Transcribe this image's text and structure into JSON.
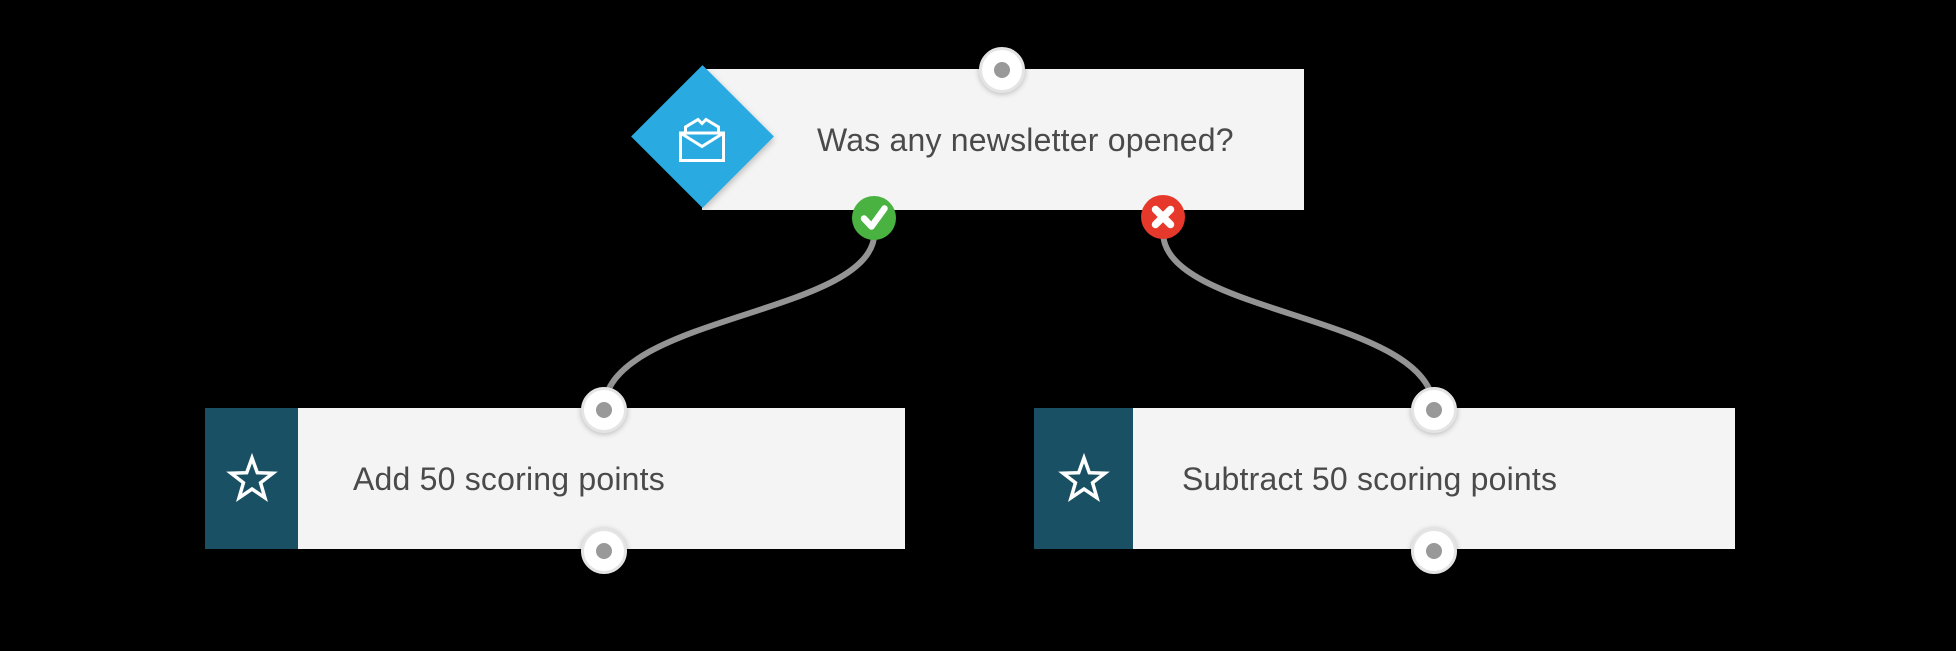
{
  "background": "#000000",
  "text_color": "#4a4a4a",
  "nodes": {
    "question": {
      "label": "Was any newsletter opened?",
      "icon": "envelope-open-icon",
      "icon_bg": "#29abe2",
      "card_bg": "#f4f4f4"
    },
    "add_points": {
      "label": "Add 50 scoring points",
      "icon": "star-icon",
      "icon_bg": "#1a5064",
      "card_bg": "#f4f4f4"
    },
    "subtract_points": {
      "label": "Subtract 50 scoring points",
      "icon": "star-icon",
      "icon_bg": "#1a5064",
      "card_bg": "#f4f4f4"
    }
  },
  "branches": {
    "yes": {
      "marker": "check-icon",
      "color": "#49b240"
    },
    "no": {
      "marker": "cross-icon",
      "color": "#e7392b"
    }
  },
  "edges": {
    "color": "#949494",
    "width": 6
  },
  "ports": {
    "fill": "#ffffff",
    "ring": "#e4e4e4",
    "dot_color": "#999999"
  }
}
